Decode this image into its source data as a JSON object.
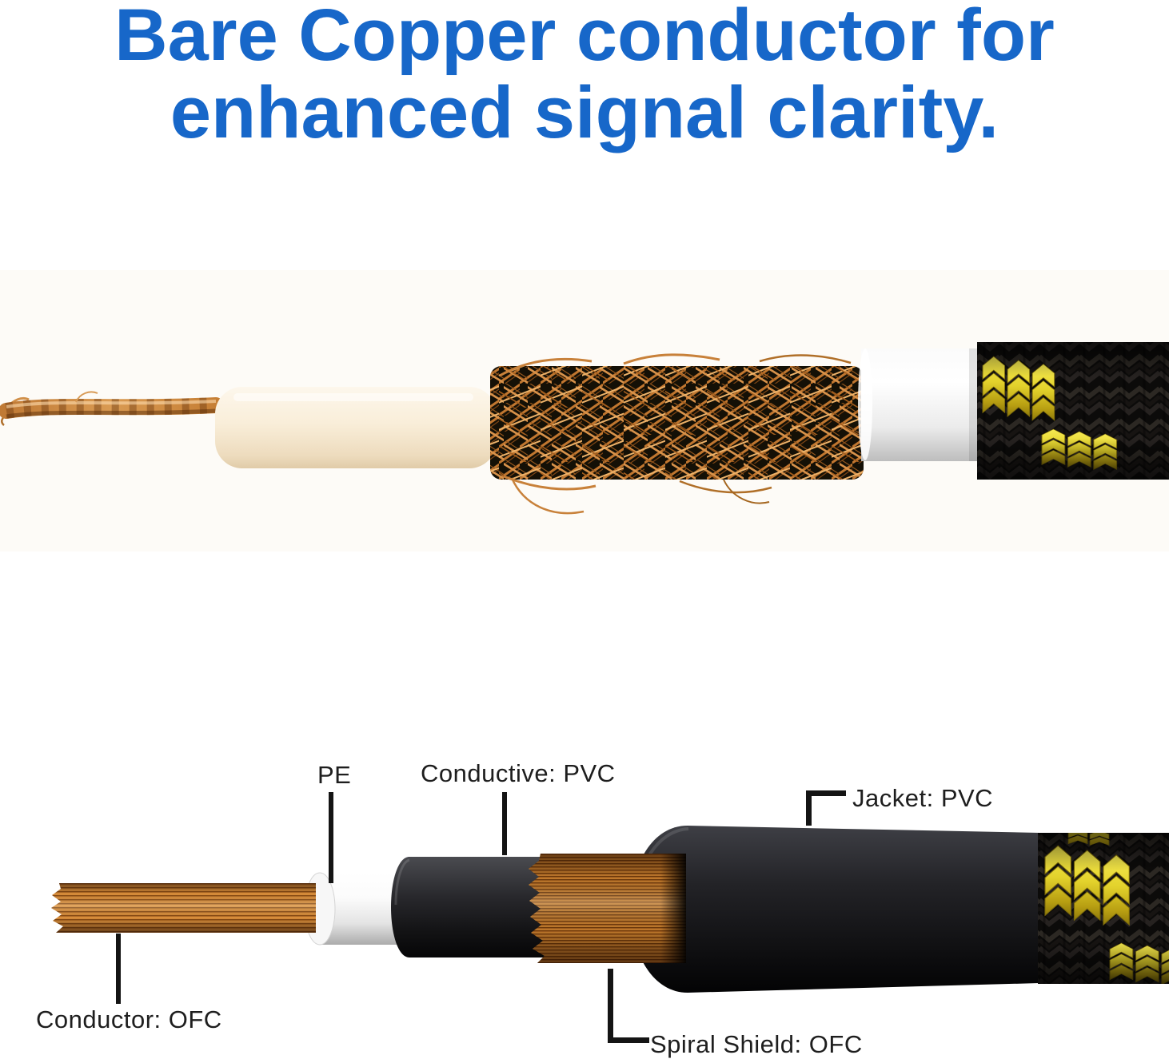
{
  "title": {
    "line1": "Bare Copper conductor for",
    "line2": "enhanced signal clarity."
  },
  "diagram_labels": {
    "pe": "PE",
    "conductive": "Conductive: PVC",
    "jacket": "Jacket: PVC",
    "conductor": "Conductor: OFC",
    "spiral_shield": "Spiral Shield: OFC"
  },
  "colors": {
    "title_blue": "#1767c9",
    "label_black": "#1e1e1e",
    "copper": "#c97f2f",
    "braid_yellow": "#e0cc25",
    "jacket_black": "#121214",
    "insulation_cream": "#f8ecd9",
    "pvc_white": "#ffffff"
  }
}
